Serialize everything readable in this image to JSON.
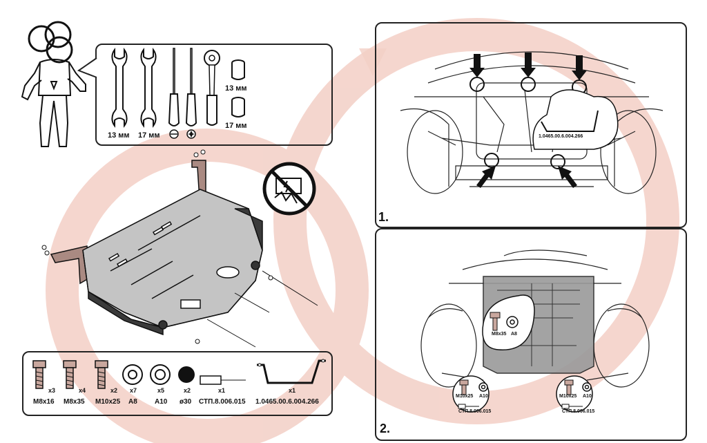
{
  "colors": {
    "watermark": "#f3cfc6",
    "line": "#222222",
    "plate": "#c8c8c8",
    "plate_dark": "#9a9a9a",
    "plate_accent": "#c9a79e"
  },
  "tools": {
    "wrench_13": "13 мм",
    "wrench_17": "17 мм",
    "socket_13": "13 мм",
    "socket_17": "17 мм",
    "icons": [
      "wrench-icon",
      "wrench-icon",
      "screwdriver-flat-icon",
      "screwdriver-torx-icon",
      "ratchet-icon",
      "socket-icon",
      "socket-icon"
    ]
  },
  "hardware": [
    {
      "label": "M8x16",
      "count": "x3"
    },
    {
      "label": "M8x35",
      "count": "x4"
    },
    {
      "label": "M10x25",
      "count": "x2"
    },
    {
      "label": "A8",
      "count": "x7"
    },
    {
      "label": "A10",
      "count": "x5"
    },
    {
      "label": "ø30",
      "count": "x2"
    },
    {
      "label": "СТП.8.006.015",
      "count": "x1"
    },
    {
      "label": "1.0465.00.6.004.266",
      "count": "x1"
    }
  ],
  "step1": {
    "number": "1.",
    "part_label": "1.0465.00.6.004.266"
  },
  "step2": {
    "number": "2.",
    "callout_center": {
      "bolt": "M8x35",
      "washer": "A8"
    },
    "callout_left": {
      "bolt": "M10x25",
      "washer": "A10",
      "part": "СТП.8.006.015"
    },
    "callout_right": {
      "bolt": "M10x25",
      "washer": "A10",
      "part": "СТП.8.006.015"
    }
  }
}
